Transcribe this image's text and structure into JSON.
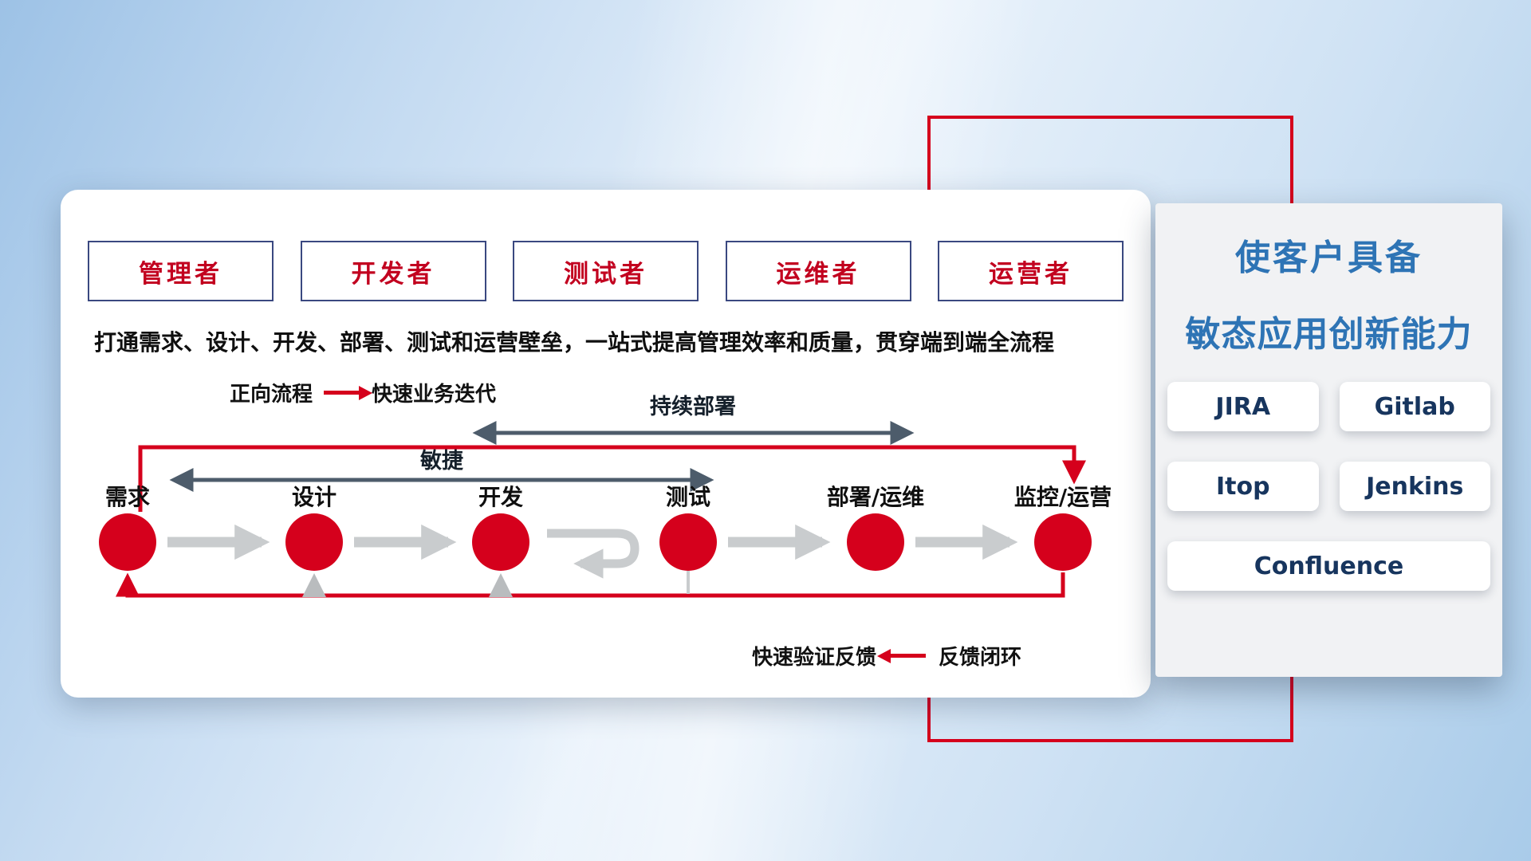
{
  "roles": [
    "管理者",
    "开发者",
    "测试者",
    "运维者",
    "运营者"
  ],
  "description": "打通需求、设计、开发、部署、测试和运营壁垒，一站式提高管理效率和质量，贯穿端到端全流程",
  "forward_legend": {
    "label": "正向流程",
    "caption": "快速业务迭代"
  },
  "feedback_legend": {
    "caption": "快速验证反馈",
    "label": "反馈闭环"
  },
  "flow_labels": {
    "continuous_deployment": "持续部署",
    "agile": "敏捷"
  },
  "stages": [
    "需求",
    "设计",
    "开发",
    "测试",
    "部署/运维",
    "监控/运营"
  ],
  "panel": {
    "title_line1": "使客户具备",
    "title_line2": "敏态应用创新能力",
    "tools": [
      "JIRA",
      "Gitlab",
      "Itop",
      "Jenkins",
      "Confluence"
    ]
  },
  "colors": {
    "red": "#d5001c",
    "dark_arrow": "#4d5c6b",
    "gray_arrow": "#c9ccce",
    "title_blue": "#2e74b5",
    "tool_text": "#17355e",
    "role_text": "#c2001f",
    "role_border": "#3a4880"
  }
}
